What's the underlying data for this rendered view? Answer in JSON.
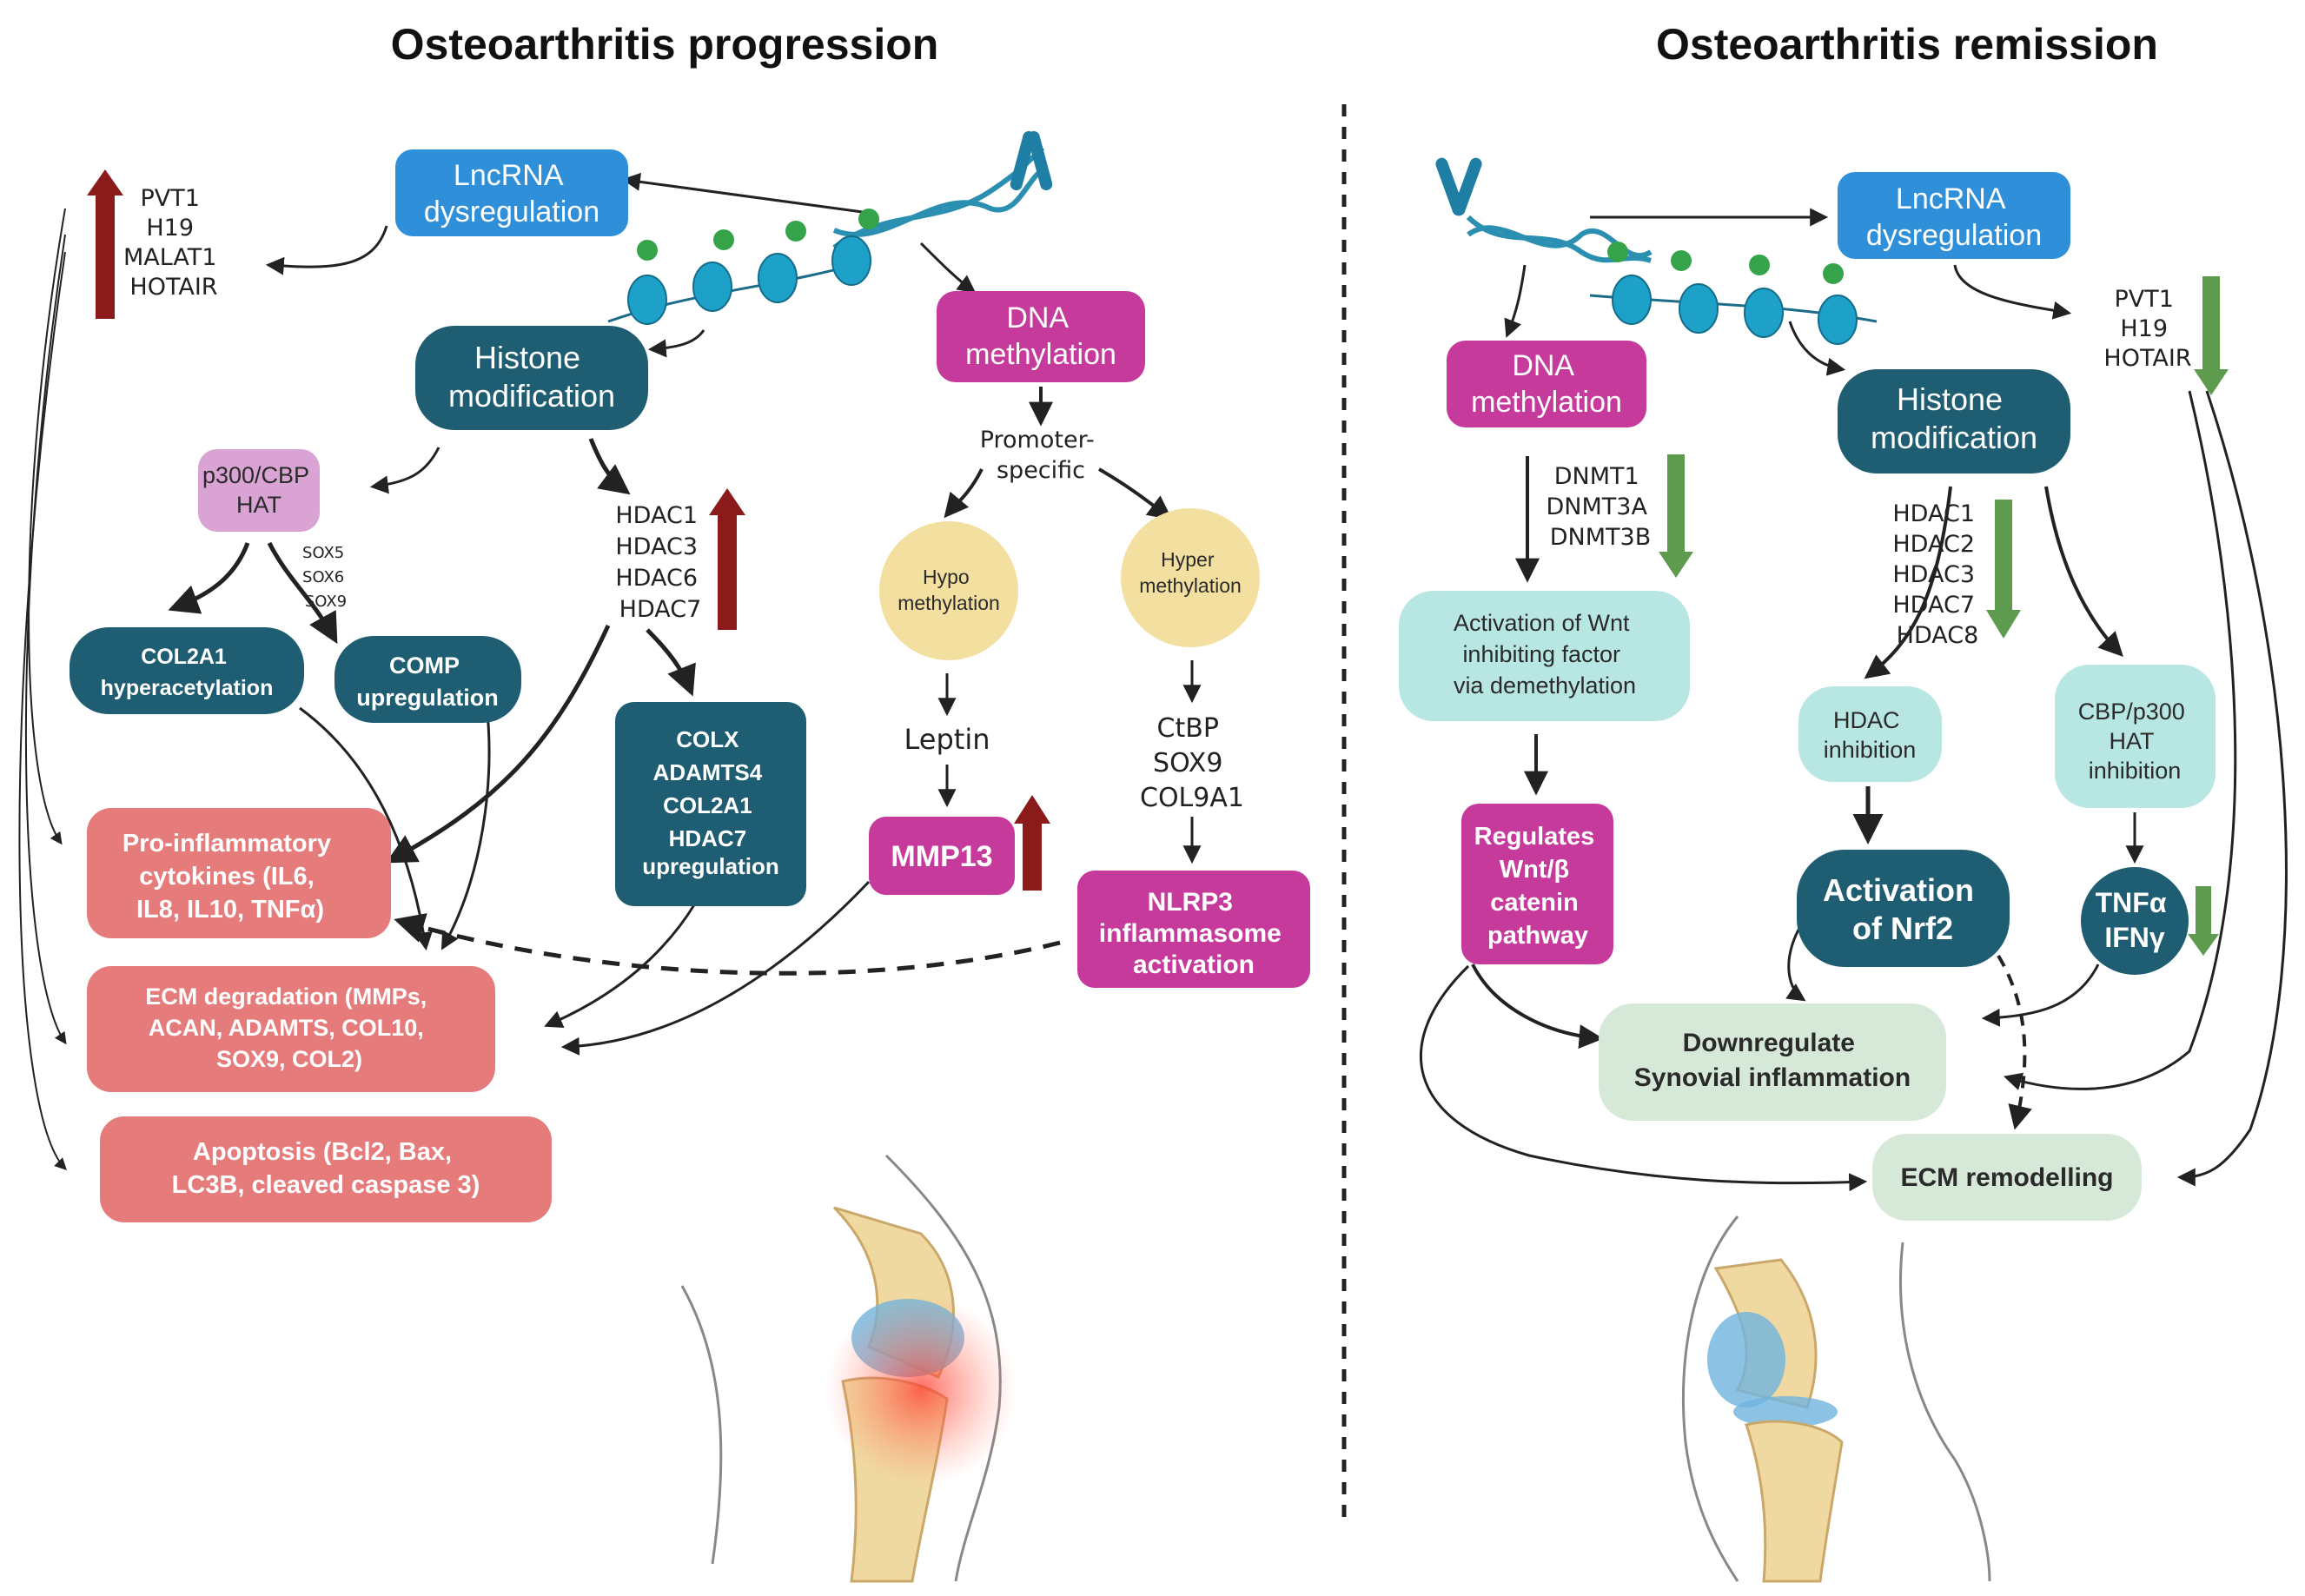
{
  "titles": {
    "left": "Osteoarthritis progression",
    "right": "Osteoarthritis remission"
  },
  "left": {
    "lncrna": [
      "LncRNA",
      "dysregulation"
    ],
    "lncrna_up_list": [
      "PVT1",
      "H19",
      "MALAT1",
      "HOTAIR"
    ],
    "histone": [
      "Histone",
      "modification"
    ],
    "dna_methylation": [
      "DNA",
      "methylation"
    ],
    "p300": [
      "p300/CBP",
      "HAT"
    ],
    "sox_list": [
      "SOX5",
      "SOX6",
      "SOX9"
    ],
    "hdac_up_list": [
      "HDAC1",
      "HDAC3",
      "HDAC6",
      "HDAC7"
    ],
    "promoter": [
      "Promoter-",
      "specific"
    ],
    "hypo": [
      "Hypo",
      "methylation"
    ],
    "hyper": [
      "Hyper",
      "methylation"
    ],
    "col2a1": [
      "COL2A1",
      "hyperacetylation"
    ],
    "comp": [
      "COMP",
      "upregulation"
    ],
    "colx": [
      "COLX",
      "ADAMTS4",
      "COL2A1",
      "HDAC7",
      "upregulation"
    ],
    "leptin": "Leptin",
    "mmp13": "MMP13",
    "ctbp_list": [
      "CtBP",
      "SOX9",
      "COL9A1"
    ],
    "nlrp3": [
      "NLRP3",
      "inflammasome",
      "activation"
    ],
    "proinflammatory": [
      "Pro-inflammatory",
      "cytokines (IL6,",
      "IL8, IL10, TNFα)"
    ],
    "ecm_degradation": [
      "ECM degradation (MMPs,",
      "ACAN, ADAMTS, COL10,",
      "SOX9, COL2)"
    ],
    "apoptosis": [
      "Apoptosis (Bcl2, Bax,",
      "LC3B, cleaved caspase 3)"
    ]
  },
  "right": {
    "lncrna": [
      "LncRNA",
      "dysregulation"
    ],
    "lncrna_down_list": [
      "PVT1",
      "H19",
      "HOTAIR"
    ],
    "dna_methylation": [
      "DNA",
      "methylation"
    ],
    "dnmt_list": [
      "DNMT1",
      "DNMT3A",
      "DNMT3B"
    ],
    "histone": [
      "Histone",
      "modification"
    ],
    "hdac_down_list": [
      "HDAC1",
      "HDAC2",
      "HDAC3",
      "HDAC7",
      "HDAC8"
    ],
    "wnt_factor": [
      "Activation of Wnt",
      "inhibiting factor",
      "via demethylation"
    ],
    "hdac_inhibition": [
      "HDAC",
      "inhibition"
    ],
    "cbp_inhibition": [
      "CBP/p300",
      "HAT",
      "inhibition"
    ],
    "regulates_wnt": [
      "Regulates",
      "Wnt/β",
      "catenin",
      "pathway"
    ],
    "nrf2": [
      "Activation",
      "of Nrf2"
    ],
    "tnf_ifn": [
      "TNFα",
      "IFNγ"
    ],
    "downregulate": [
      "Downregulate",
      "Synovial inflammation"
    ],
    "ecm_remodelling": "ECM remodelling"
  },
  "colors": {
    "blue_light": "#2f8fd8",
    "teal_dark": "#1f5d72",
    "magenta": "#c63a9c",
    "pink_light": "#d9a3d3",
    "salmon": "#e57b7b",
    "yellow": "#f3e0a0",
    "aqua_light": "#b8e6e2",
    "sage": "#d6e8d8",
    "arrow_red": "#8b1a1a",
    "arrow_green": "#5f9b4f"
  }
}
